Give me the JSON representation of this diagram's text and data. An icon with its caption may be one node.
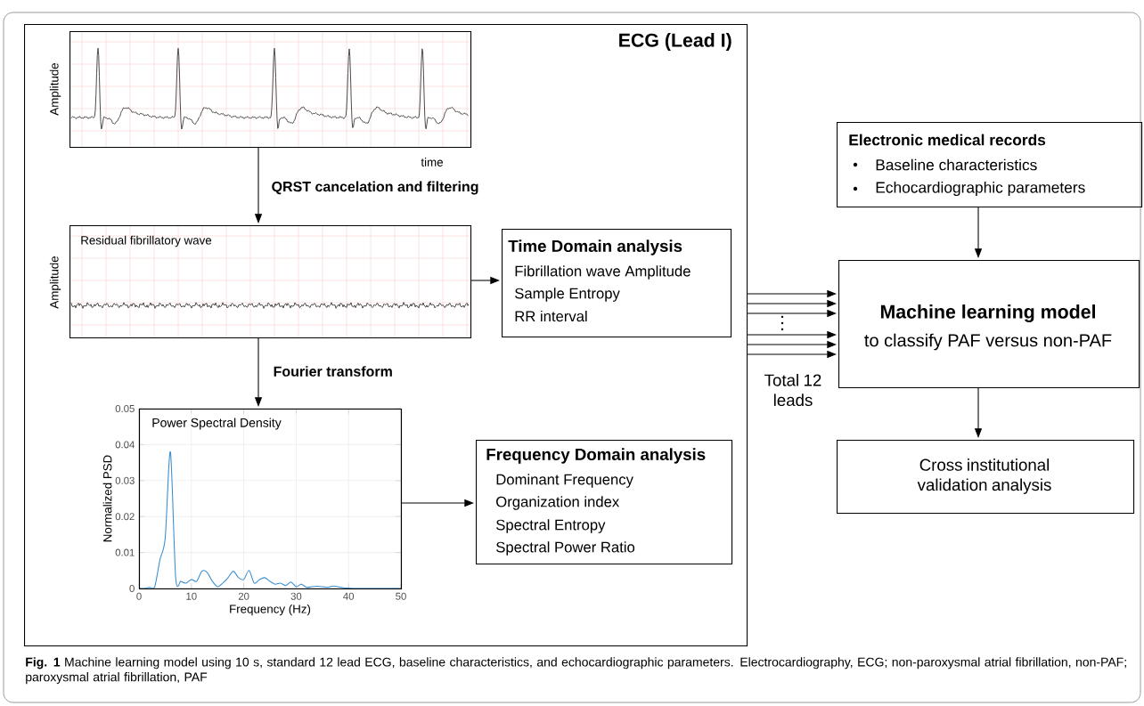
{
  "diagram": {
    "caption": "**Fig. 1** Machine learning model using 10 s, standard 12 lead ECG, baseline characteristics, and echocardiographic parameters. Electrocardiography, ECG; non-paroxysmal atrial fibrillation, non-PAF; paroxysmal atrial fibrillation, PAF",
    "nodes": [
      {
        "text": [
          "ECG (Lead I)"
        ]
      },
      {
        "text": [],
        "shape": "picture",
        "in": 0,
        "beside": [
          "Amplitude",
          "time"
        ]
      },
      {
        "text": [
          "Residual fibrillatory wave"
        ],
        "in": 0,
        "beside": [
          "Amplitude"
        ]
      },
      {
        "text": [
          "Time Domain analysis",
          "Fibrillation wave Amplitude",
          "Sample Entropy",
          "RR interval"
        ],
        "in": 0
      },
      {
        "text": [
          "Power Spectral Density"
        ],
        "in": 0
      },
      {
        "text": [
          "Frequency Domain analysis",
          "Dominant Frequency",
          "Organization index",
          "Spectral Entropy",
          "Spectral Power Ratio"
        ],
        "in": 0
      },
      {
        "text": [
          "Electronic medical records",
          "Baseline characteristics",
          "Echocardiographic parameters"
        ]
      },
      {
        "text": [
          "Machine learning model",
          "to classify PAF versus non-PAF"
        ]
      },
      {
        "text": [
          "Cross institutional validation analysis"
        ]
      }
    ],
    "edges": [
      {
        "from": 1,
        "to": 2,
        "arrow": "to",
        "label": "QRST cancelation and filtering"
      },
      {
        "from": 2,
        "to": 3,
        "arrow": "to"
      },
      {
        "from": 2,
        "to": 4,
        "arrow": "to",
        "label": "Fourier transform"
      },
      {
        "from": 4,
        "to": 5,
        "arrow": "to"
      },
      {
        "from": 0,
        "to": 7,
        "arrow": "to"
      },
      {
        "from": 0,
        "to": 7,
        "arrow": "to"
      },
      {
        "from": 0,
        "to": 7,
        "arrow": "to"
      },
      {
        "from": 0,
        "to": 7,
        "arrow": "to"
      },
      {
        "from": 0,
        "to": 7,
        "arrow": "to"
      },
      {
        "from": 0,
        "to": 7,
        "arrow": "to"
      },
      {
        "from": 6,
        "to": 7,
        "arrow": "to"
      },
      {
        "from": 7,
        "to": 8,
        "arrow": "to"
      }
    ],
    "labels": [
      "Total 12 leads"
    ],
    "chart_data": {
      "type": "line",
      "xlabel": "Frequency (Hz)",
      "ylabel": "Normalized PSD",
      "x": [
        0,
        1,
        2,
        3,
        4,
        5,
        6,
        7,
        8,
        9,
        10,
        11,
        12,
        13,
        14,
        15,
        16,
        17,
        18,
        19,
        20,
        21,
        22,
        23,
        24,
        25,
        26,
        27,
        28,
        29,
        30,
        31,
        32,
        33,
        34,
        35,
        36,
        37,
        38,
        39,
        40,
        41,
        42,
        43,
        44,
        45,
        46,
        47,
        48,
        49,
        50
      ],
      "series": [
        {
          "color": "#3a8fd0",
          "values": [
            0,
            0,
            0.0003,
            0.0005,
            0.008,
            0.014,
            0.038,
            0.003,
            0.002,
            0.0015,
            0.0025,
            0.002,
            0.0048,
            0.0045,
            0.002,
            0.0005,
            0.0015,
            0.003,
            0.0048,
            0.003,
            0.0025,
            0.005,
            0.0015,
            0.0025,
            0.003,
            0.002,
            0.0012,
            0.0015,
            0.0008,
            0.0018,
            0.0005,
            0.0012,
            0.0003,
            0.0005,
            0.0006,
            0.0005,
            0.0003,
            0.0007,
            0.0005,
            0.0002,
            0.0001,
            0,
            0,
            0,
            0,
            0,
            0,
            0,
            0,
            0,
            0
          ]
        }
      ],
      "xlim": [
        0,
        50
      ],
      "ylim": [
        0,
        0.05
      ],
      "xticks": [
        0,
        10,
        20,
        30,
        40,
        50
      ],
      "yticks": [
        0,
        0.01,
        0.02,
        0.03,
        0.04,
        0.05
      ],
      "grid": true
    }
  }
}
